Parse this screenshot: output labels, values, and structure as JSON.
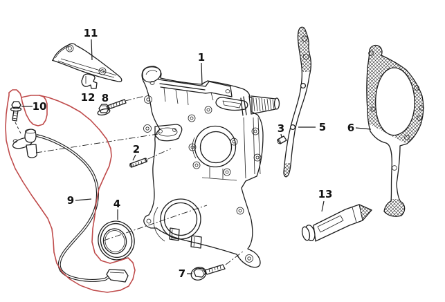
{
  "page": {
    "background": "#ffffff",
    "kind": "exploded-parts-diagram"
  },
  "diagram": {
    "line_color": "#1c1c1c",
    "highlight": {
      "color": "#bf4a4a",
      "style": "freehand-loop",
      "encircles_labels": "9 and 10"
    },
    "parts": [
      {
        "label": "1"
      },
      {
        "label": "2"
      },
      {
        "label": "3"
      },
      {
        "label": "4"
      },
      {
        "label": "5"
      },
      {
        "label": "6"
      },
      {
        "label": "7"
      },
      {
        "label": "8"
      },
      {
        "label": "9"
      },
      {
        "label": "10"
      },
      {
        "label": "11"
      },
      {
        "label": "12"
      },
      {
        "label": "13"
      }
    ]
  }
}
